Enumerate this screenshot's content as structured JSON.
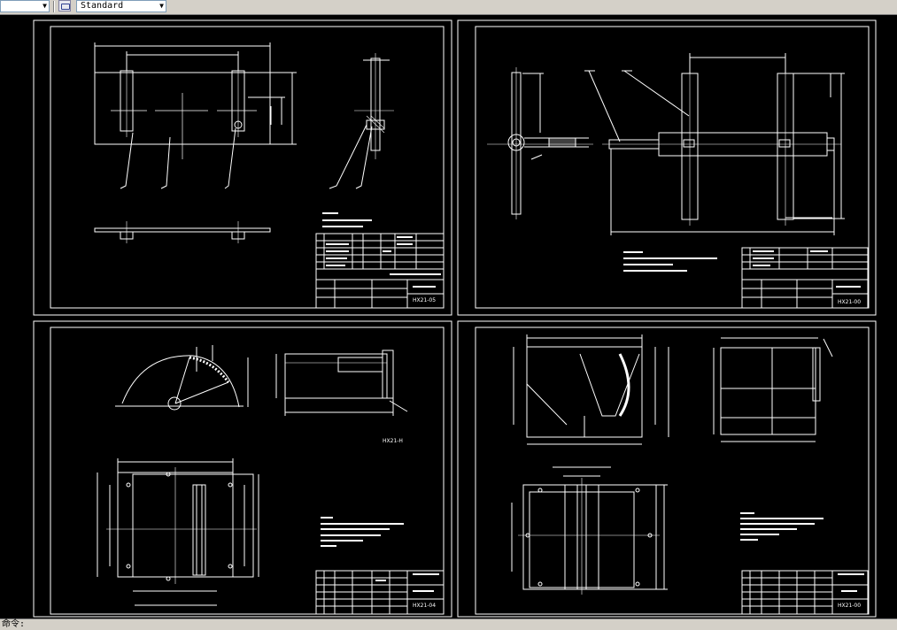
{
  "toolbar": {
    "layer_combo_value": "",
    "text_style_combo_value": "Standard",
    "text_style_icon": "text-style-icon",
    "combo_arrow_icon": "dropdown-arrow-icon"
  },
  "status": {
    "command_prompt": "命令:"
  },
  "colors": {
    "background": "#000000",
    "lines": "#ffffff",
    "toolbar": "#d4d0c8"
  },
  "sheets": [
    {
      "name": "sheet-top-left",
      "drawing_no": "HX21-05"
    },
    {
      "name": "sheet-top-right",
      "drawing_no": "HX21-00"
    },
    {
      "name": "sheet-bottom-left",
      "drawing_no": "HX21-04",
      "view_label": "HX21-H"
    },
    {
      "name": "sheet-bottom-right",
      "drawing_no": "HX21-00"
    }
  ]
}
